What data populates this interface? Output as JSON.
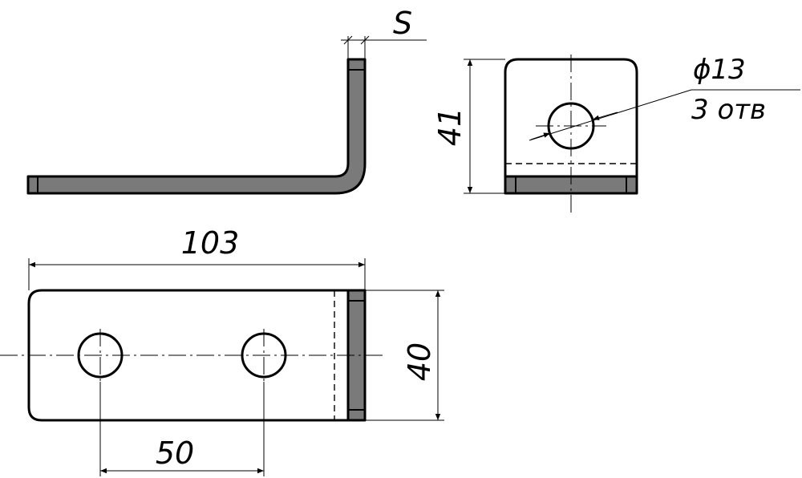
{
  "dimensions": {
    "thickness_label": "S",
    "height_label": "41",
    "hole_diameter_label": "ϕ13",
    "hole_count_label": "3 отв",
    "length_label": "103",
    "width_label": "40",
    "hole_spacing_label": "50"
  },
  "colors": {
    "line": "#000000",
    "section_fill": "#7a7a7a",
    "background": "#ffffff"
  }
}
